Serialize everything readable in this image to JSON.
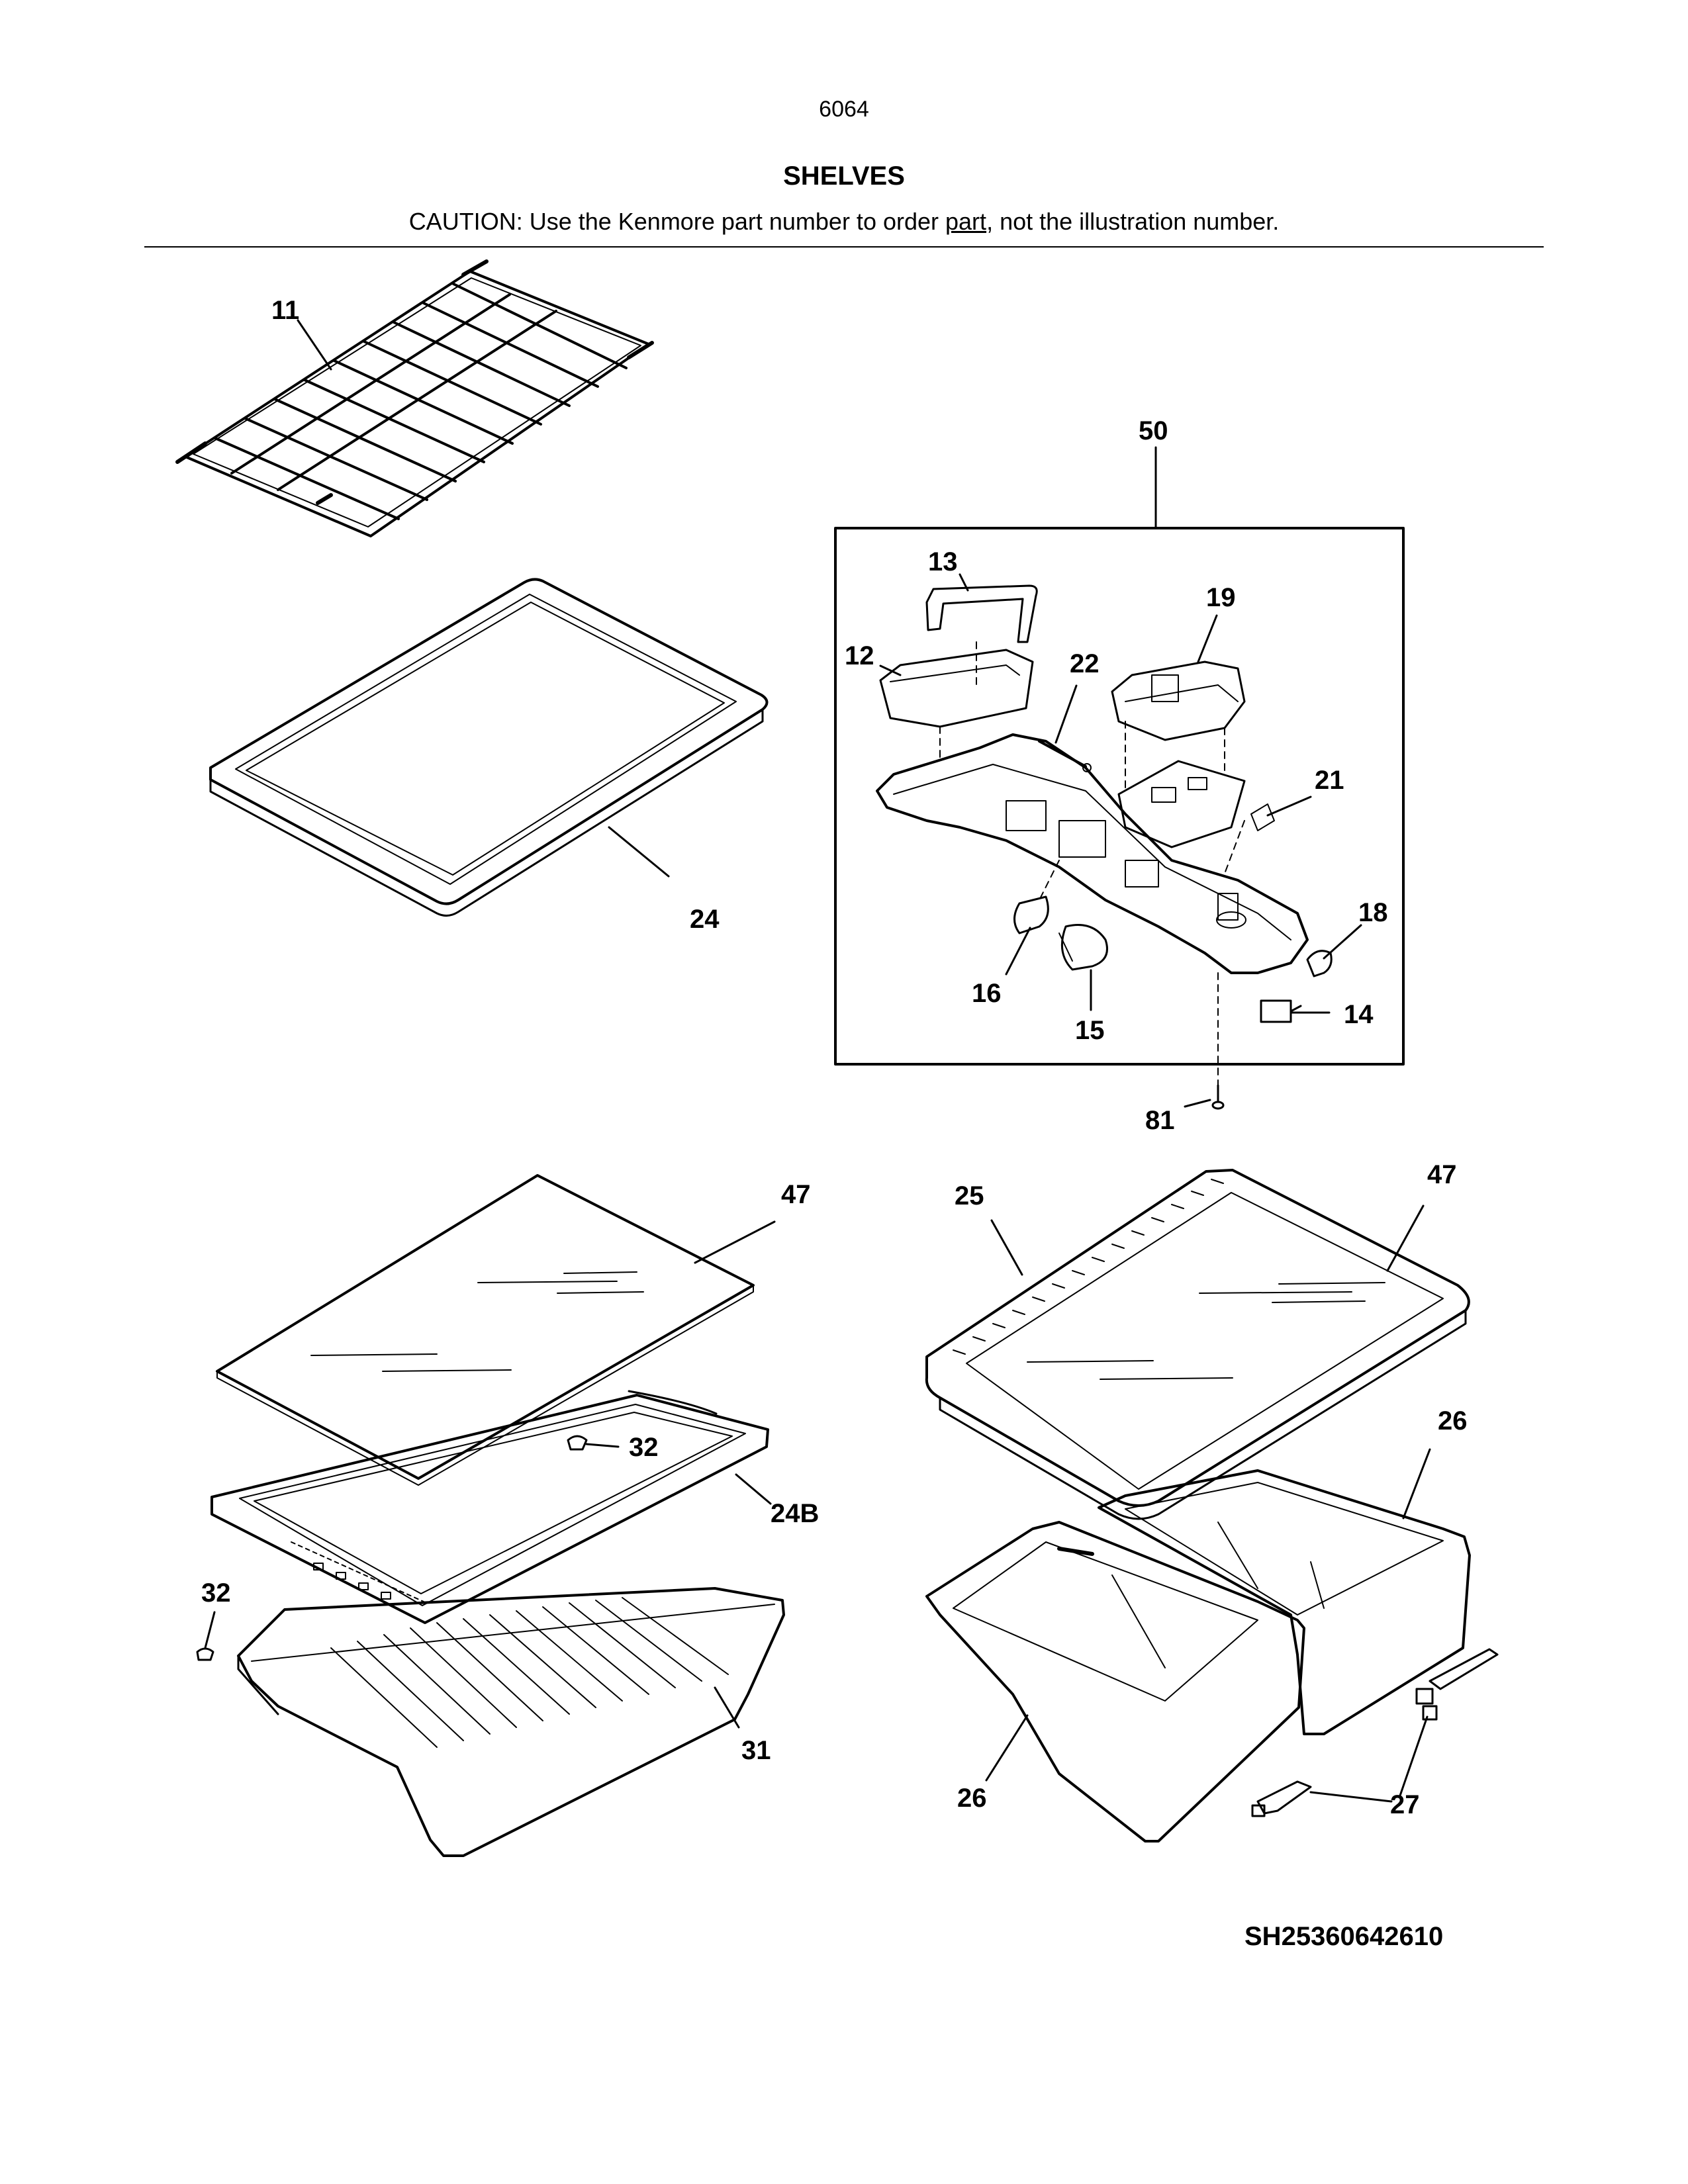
{
  "header": {
    "page_number": "6064",
    "title": "SHELVES",
    "caution_prefix": "CAUTION: Use the Kenmore part number to order ",
    "caution_link": "part",
    "caution_suffix": ", not the illustration number."
  },
  "callouts": {
    "c11": "11",
    "c24": "24",
    "c50": "50",
    "c13": "13",
    "c19": "19",
    "c12": "12",
    "c22": "22",
    "c21": "21",
    "c18": "18",
    "c16": "16",
    "c15": "15",
    "c14": "14",
    "c81": "81",
    "c47a": "47",
    "c32a": "32",
    "c24b": "24B",
    "c32b": "32",
    "c31": "31",
    "c25": "25",
    "c47b": "47",
    "c26a": "26",
    "c26b": "26",
    "c27": "27"
  },
  "footer": {
    "doc_id": "SH25360642610"
  }
}
